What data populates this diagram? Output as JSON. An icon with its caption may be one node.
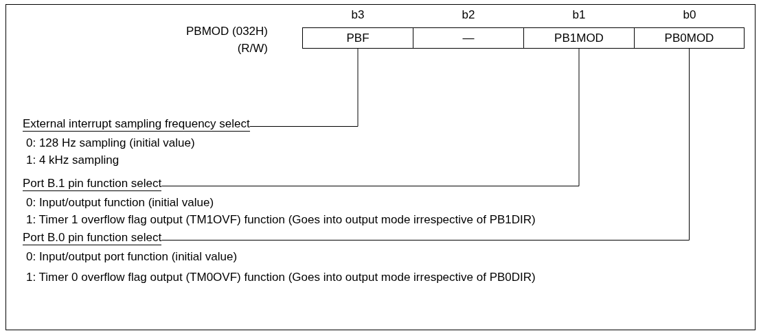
{
  "diagram": {
    "nodes": [
      {
        "text": [
          "PBF"
        ]
      },
      {
        "text": [
          "—"
        ]
      },
      {
        "text": [
          "PB1MOD"
        ]
      },
      {
        "text": [
          "PB0MOD"
        ]
      },
      {
        "text": [
          "External interrupt sampling frequency select"
        ]
      },
      {
        "text": [
          "Port B.1 pin function select"
        ]
      },
      {
        "text": [
          "Port B.0 pin function select"
        ]
      }
    ],
    "edges": [
      {
        "from": 0,
        "to": 4,
        "arrow": "none"
      },
      {
        "from": 2,
        "to": 5,
        "arrow": "none"
      },
      {
        "from": 3,
        "to": 6,
        "arrow": "none"
      }
    ],
    "labels": [
      "b3",
      "b2",
      "b1",
      "b0",
      "PBMOD (032H)",
      "(R/W)",
      "0: 128 Hz sampling (initial value)",
      "1: 4 kHz sampling",
      "0: Input/output function (initial value)",
      "1: Timer 1 overflow flag output (TM1OVF) function (Goes into output mode irrespective of PB1DIR)",
      "0: Input/output port function (initial value)",
      "1: Timer 0 overflow flag output (TM0OVF) function (Goes into output mode irrespective of PB0DIR)"
    ]
  }
}
